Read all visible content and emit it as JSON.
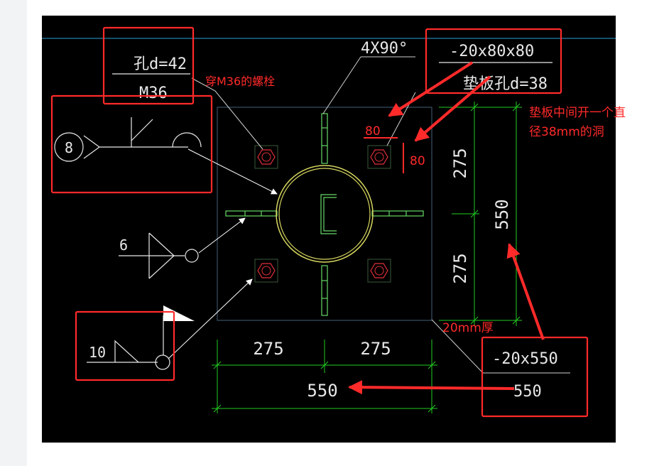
{
  "colors": {
    "canvas_bg": "#000000",
    "page_bg": "#ffffff",
    "gutter_bg": "#f2f3f5",
    "plate_line": "#3a4f66",
    "stiffener": "#66d966",
    "dimension": "#22cc22",
    "bolt": "#e0303a",
    "pipe": "#d8d860",
    "cad_text": "#e8e8e8",
    "annotation": "#ff2a2a",
    "top_line": "#2aa0d8"
  },
  "drawing": {
    "hole_label": "孔d=42",
    "bolt_label": "M36",
    "stiffener_label": "4X90°",
    "plate_label": "-20x80x80",
    "washer_hole_label": "垫板孔d=38",
    "weld_mark_8": "8",
    "weld_mark_6": "6",
    "weld_mark_10": "10",
    "base_plate_label": "-20x550",
    "base_plate_length": "550",
    "dim_275_h1": "275",
    "dim_275_h2": "275",
    "dim_550_h": "550",
    "dim_275_v1": "275",
    "dim_275_v2": "275",
    "dim_550_v": "550"
  },
  "annotations": {
    "bolt_note": "穿M36的螺栓",
    "washer_note_line1": "垫板中间开一个直",
    "washer_note_line2": "径38mm的洞",
    "washer_w": "80",
    "washer_h": "80",
    "thickness_note": "20mm厚"
  },
  "icons": {
    "bolt": "hexagon-nut-icon",
    "weld_flag": "weld-flag-icon",
    "weld_fillet": "fillet-weld-triangle-icon"
  }
}
